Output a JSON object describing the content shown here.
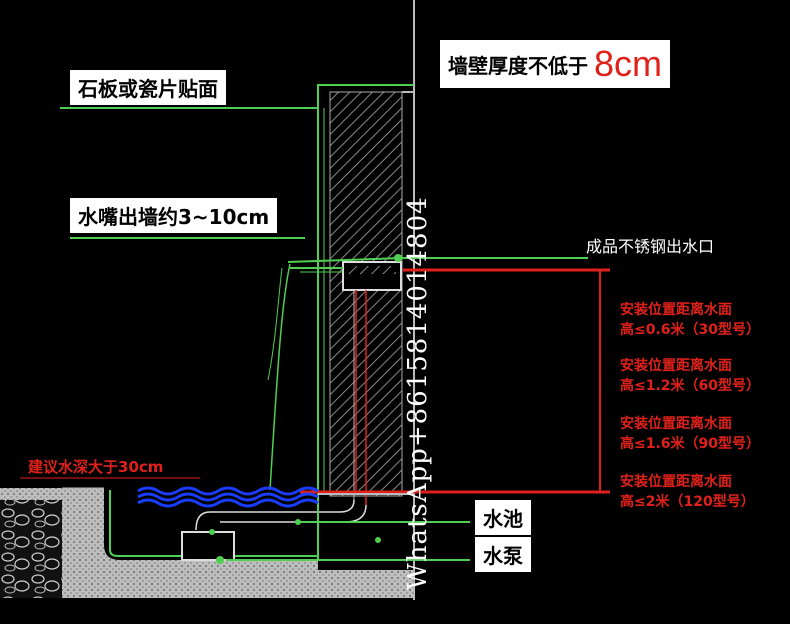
{
  "labels": {
    "wall_thickness": "墙壁厚度不低于",
    "wall_thickness_value": "8cm",
    "stone_facing": "石板或瓷片贴面",
    "spout_projection": "水嘴出墙约3~10cm",
    "outlet": "成品不锈钢出水口",
    "pool": "水池",
    "pump": "水泵",
    "depth": "建议水深大于30cm"
  },
  "specs": [
    {
      "line1": "安装位置距离水面",
      "line2": "高≤0.6米（30型号）"
    },
    {
      "line1": "安装位置距离水面",
      "line2": "高≤1.2米（60型号）"
    },
    {
      "line1": "安装位置距离水面",
      "line2": "高≤1.6米（90型号）"
    },
    {
      "line1": "安装位置距离水面",
      "line2": "高≤2米（120型号）"
    }
  ],
  "watermark": "WhatsApp+8615814014804",
  "colors": {
    "green": "#4fcf4f",
    "red": "#e0211b",
    "water": "#1a3cff",
    "hatch": "#9a9a9a"
  }
}
